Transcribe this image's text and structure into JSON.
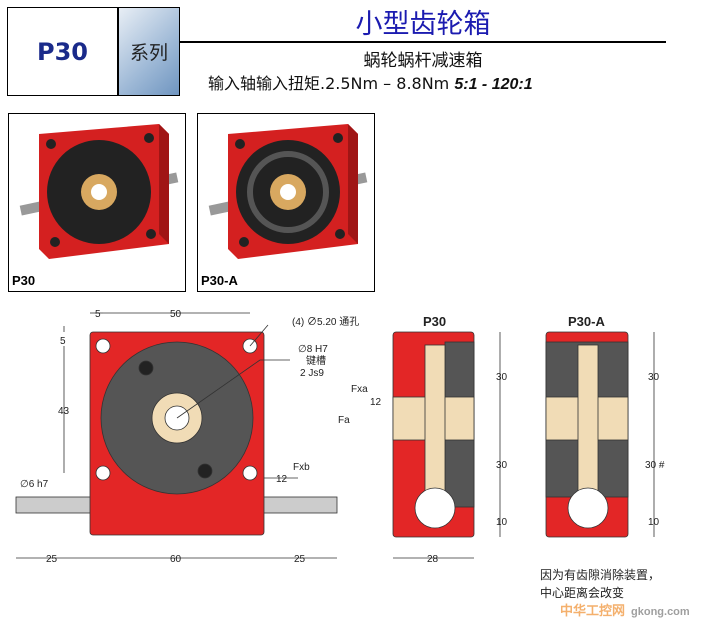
{
  "header": {
    "model": "P30",
    "series": "系列",
    "title": "小型齿轮箱",
    "subtitle": "蜗轮蜗杆减速箱",
    "spec": "输入轴输入扭矩.2.5Nm – 8.8Nm",
    "ratio": "5:1 - 120:1"
  },
  "photos": [
    {
      "label": "P30"
    },
    {
      "label": "P30-A"
    }
  ],
  "front_view": {
    "dim_top_5": "5",
    "dim_50": "50",
    "dim_left_5": "5",
    "dim_43": "43",
    "dim_60": "60",
    "dim_25_left": "25",
    "dim_25_right": "25",
    "dim_12": "12",
    "hole_note": "(4) ∅5.20 通孔",
    "bore_note": "∅8 H7",
    "keyway_label": "键槽",
    "keyway_note": "2 Js9",
    "shaft_note": "∅6 h7",
    "fxb": "Fxb"
  },
  "sections": [
    {
      "title": "P30",
      "dim_top": "30",
      "dim_mid": "30",
      "dim_bottom": "10",
      "dim_width": "28",
      "fxa": "Fxa",
      "fa": "Fa",
      "dim_12": "12"
    },
    {
      "title": "P30-A",
      "dim_top": "30",
      "dim_mid": "30 #",
      "dim_bottom": "10"
    }
  ],
  "note": {
    "line1": "因为有齿隙消除装置，",
    "line2": "中心距离会改变"
  },
  "watermark": {
    "text": "中华工控网",
    "url": "gkong.com"
  },
  "colors": {
    "red": "#e32626",
    "title_blue": "#1b1bb0",
    "bronze": "#f1dcb6",
    "dark": "#555"
  }
}
